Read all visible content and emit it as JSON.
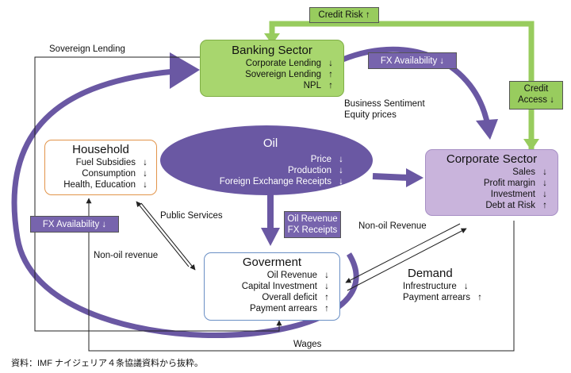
{
  "colors": {
    "purple": "#7764ad",
    "purple_dark": "#6a58a3",
    "green": "#98cc5e",
    "green_fill": "#a8d66e",
    "corporate_fill": "#c9b4dc",
    "household_border": "#e2944a",
    "government_border": "#6a8fc5",
    "line": "#222222"
  },
  "banking": {
    "title": "Banking Sector",
    "rows": [
      {
        "label": "Corporate Lending",
        "arrow": "down"
      },
      {
        "label": "Sovereign Lending",
        "arrow": "up"
      },
      {
        "label": "NPL",
        "arrow": "up"
      }
    ]
  },
  "household": {
    "title": "Household",
    "rows": [
      {
        "label": "Fuel Subsidies",
        "arrow": "down"
      },
      {
        "label": "Consumption",
        "arrow": "down"
      },
      {
        "label": "Health, Education",
        "arrow": "down"
      }
    ]
  },
  "oil": {
    "title": "Oil",
    "rows": [
      {
        "label": "Price",
        "arrow": "down"
      },
      {
        "label": "Production",
        "arrow": "down"
      },
      {
        "label": "Foreign Exchange Receipts",
        "arrow": "down"
      }
    ]
  },
  "corporate": {
    "title": "Corporate Sector",
    "rows": [
      {
        "label": "Sales",
        "arrow": "down"
      },
      {
        "label": "Profit margin",
        "arrow": "down"
      },
      {
        "label": "Investment",
        "arrow": "down"
      },
      {
        "label": "Debt at Risk",
        "arrow": "up"
      }
    ]
  },
  "government": {
    "title": "Goverment",
    "rows": [
      {
        "label": "Oil Revenue",
        "arrow": "down"
      },
      {
        "label": "Capital Investment",
        "arrow": "down"
      },
      {
        "label": "Overall deficit",
        "arrow": "up"
      },
      {
        "label": "Payment arrears",
        "arrow": "up"
      }
    ]
  },
  "demand": {
    "title": "Demand",
    "rows": [
      {
        "label": "Infrestructure",
        "arrow": "down"
      },
      {
        "label": "Payment arrears",
        "arrow": "up"
      }
    ]
  },
  "tags": {
    "credit_risk": {
      "label": "Credit Risk",
      "arrow": "up"
    },
    "fx_availability_top": {
      "label": "FX Availability",
      "arrow": "down"
    },
    "credit_access": {
      "line1": "Credit",
      "line2": "Access",
      "arrow": "down"
    },
    "fx_availability_left": {
      "label": "FX Availability",
      "arrow": "down"
    },
    "oil_revenue": {
      "line1": "Oil Revenue",
      "line2": "FX Receipts"
    }
  },
  "labels": {
    "sovereign_lending": "Sovereign Lending",
    "business_sentiment": "Business Sentiment",
    "equity_prices": "Equity prices",
    "public_services": "Public Services",
    "non_oil_revenue_left": "Non-oil revenue",
    "non_oil_revenue_right": "Non-oil Revenue",
    "wages": "Wages"
  },
  "source": "資料：IMF ナイジェリア４条協議資料から抜粋。",
  "arrow_glyphs": {
    "up": "🠉",
    "down": "🠋"
  }
}
